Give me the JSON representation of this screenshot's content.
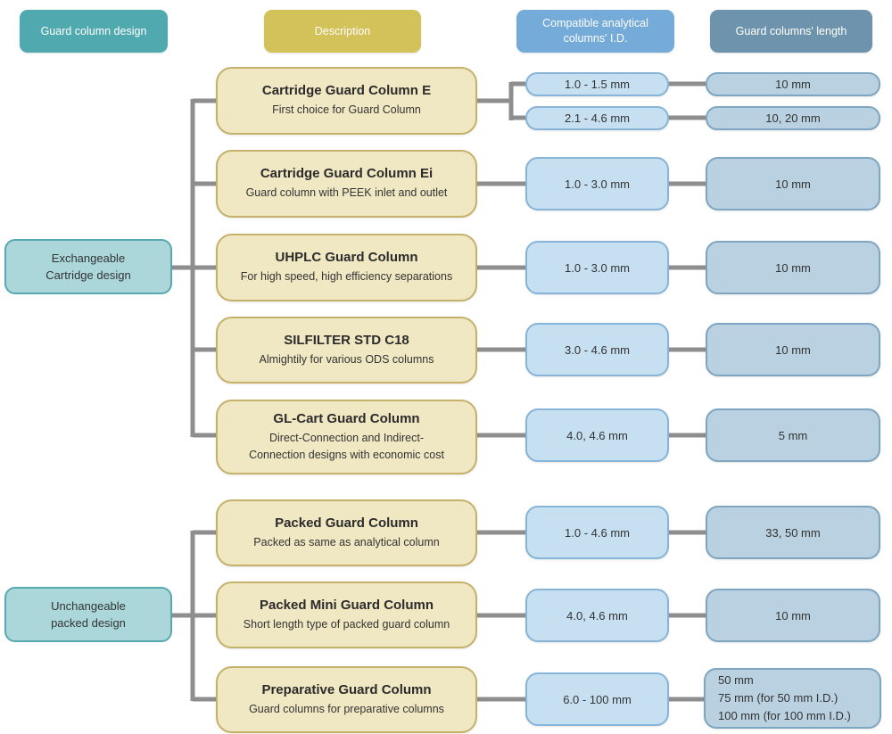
{
  "palette": {
    "header_guard_design_bg": "#4FA9AE",
    "header_description_bg": "#D3C159",
    "header_id_bg": "#74ABD8",
    "header_length_bg": "#6D94AC",
    "group_box_bg": "#ABD7DB",
    "group_box_border": "#57A9B0",
    "description_box_bg": "#F0E7C3",
    "description_box_border": "#C5B169",
    "id_box_bg": "#C6DFF1",
    "id_box_border": "#88B4D8",
    "length_box_bg": "#B9D1E0",
    "length_box_border": "#7FA6C1",
    "connector": "#8E8E8E"
  },
  "headers": {
    "guard_design": "Guard column design",
    "description": "Description",
    "analytical_id": "Compatible analytical\ncolumns' I.D.",
    "length": "Guard columns' length"
  },
  "groups": [
    {
      "label": "Exchangeable\nCartridge design"
    },
    {
      "label": "Unchangeable\npacked design"
    }
  ],
  "rows": [
    {
      "title": "Cartridge Guard Column E",
      "subtitle": "First choice for Guard Column",
      "branches": [
        {
          "id": "1.0 - 1.5 mm",
          "length": "10 mm"
        },
        {
          "id": "2.1 - 4.6 mm",
          "length": "10, 20 mm"
        }
      ]
    },
    {
      "title": "Cartridge Guard Column Ei",
      "subtitle": "Guard column with PEEK inlet and outlet",
      "branches": [
        {
          "id": "1.0 - 3.0 mm",
          "length": "10 mm"
        }
      ]
    },
    {
      "title": "UHPLC Guard Column",
      "subtitle": "For high speed, high efficiency separations",
      "branches": [
        {
          "id": "1.0 - 3.0 mm",
          "length": "10 mm"
        }
      ]
    },
    {
      "title": "SILFILTER STD C18",
      "subtitle": "Almightily for various ODS columns",
      "branches": [
        {
          "id": "3.0 - 4.6 mm",
          "length": "10 mm"
        }
      ]
    },
    {
      "title": "GL-Cart Guard Column",
      "subtitle": "Direct-Connection and Indirect-\nConnection designs  with economic cost",
      "branches": [
        {
          "id": "4.0, 4.6 mm",
          "length": "5 mm"
        }
      ]
    },
    {
      "title": "Packed Guard Column",
      "subtitle": "Packed as same as analytical column",
      "branches": [
        {
          "id": "1.0 - 4.6 mm",
          "length": "33, 50 mm"
        }
      ]
    },
    {
      "title": "Packed Mini Guard Column",
      "subtitle": "Short length type of packed guard column",
      "branches": [
        {
          "id": "4.0, 4.6 mm",
          "length": "10 mm"
        }
      ]
    },
    {
      "title": "Preparative Guard Column",
      "subtitle": "Guard columns for preparative columns",
      "branches": [
        {
          "id": "6.0 - 100 mm",
          "length": "50 mm\n75 mm (for 50 mm I.D.)\n100 mm (for 100 mm I.D.)"
        }
      ]
    }
  ]
}
